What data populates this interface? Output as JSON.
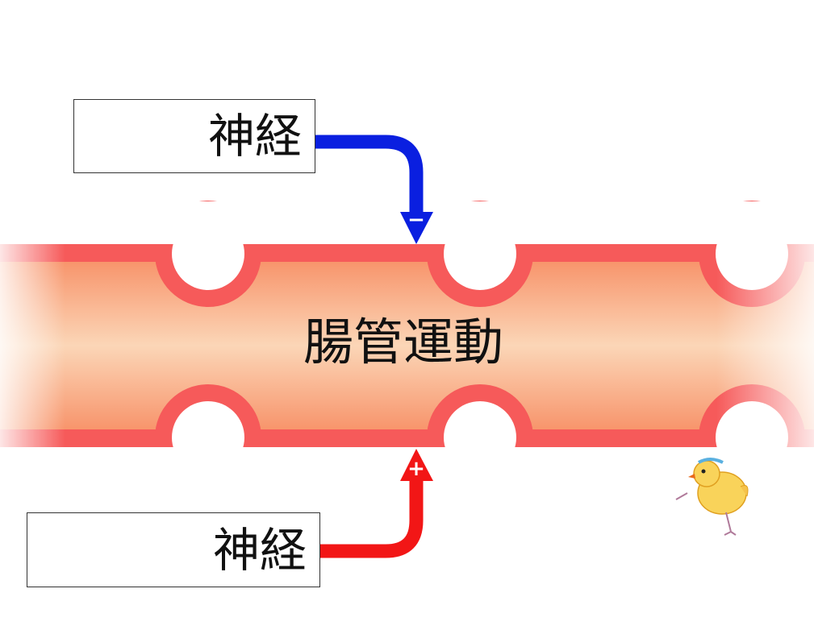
{
  "nodes": {
    "top_nerve": {
      "label": "神経"
    },
    "bottom_nerve": {
      "label": "神経"
    },
    "intestine": {
      "label": "腸管運動"
    }
  },
  "edges": [
    {
      "from": "top_nerve",
      "to": "intestine",
      "effect": "−",
      "color": "#0a1fe0"
    },
    {
      "from": "bottom_nerve",
      "to": "intestine",
      "effect": "+",
      "color": "#f21616"
    }
  ],
  "colors": {
    "wall": "#f65a5a",
    "lumen_core": "#fbd6b7",
    "lumen_edge": "#f7875c"
  },
  "icons": {
    "mascot": "chick-icon"
  }
}
